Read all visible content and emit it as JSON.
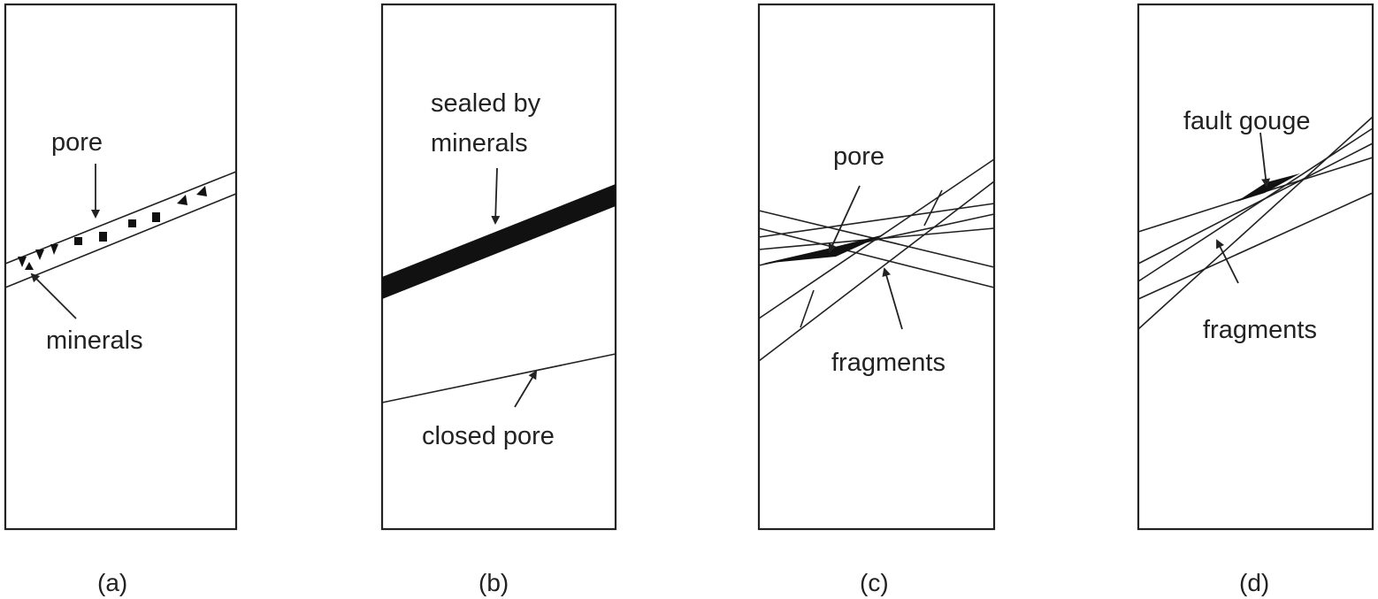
{
  "panels": [
    {
      "id": "a",
      "caption": "(a)",
      "labels": {
        "pore": "pore",
        "minerals": "minerals"
      }
    },
    {
      "id": "b",
      "caption": "(b)",
      "labels": {
        "sealed_line1": "sealed by",
        "sealed_line2": "minerals",
        "closed_pore": "closed pore"
      }
    },
    {
      "id": "c",
      "caption": "(c)",
      "labels": {
        "pore": "pore",
        "fragments": "fragments"
      }
    },
    {
      "id": "d",
      "caption": "(d)",
      "labels": {
        "fault_gouge": "fault gouge",
        "fragments": "fragments"
      }
    }
  ]
}
